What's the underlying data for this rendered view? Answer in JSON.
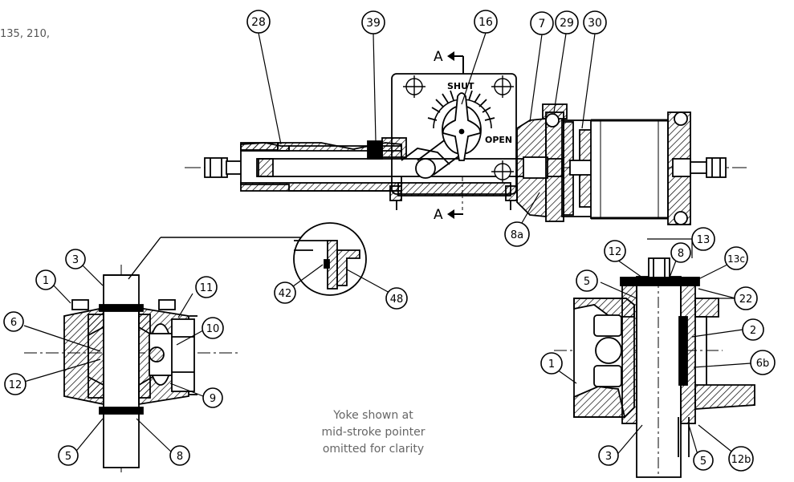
{
  "clipped_note": "135, 210,",
  "caption": {
    "line1": "Yoke shown at",
    "line2": "mid-stroke pointer",
    "line3": "omitted for clarity"
  },
  "indicator": {
    "shut_label": "SHUT",
    "open_label": "OPEN"
  },
  "section_markers": {
    "top": "A",
    "bottom": "A"
  },
  "balloons": {
    "b28": "28",
    "b39": "39",
    "b16": "16",
    "b7": "7",
    "b29": "29",
    "b30": "30",
    "b8a": "8a",
    "b13": "13",
    "b12r": "12",
    "b8r": "8",
    "b13c": "13c",
    "b5r": "5",
    "b22": "22",
    "b2": "2",
    "b1r": "1",
    "b6b": "6b",
    "b3r": "3",
    "b5r2": "5",
    "b12b": "12b",
    "b3l": "3",
    "b1l": "1",
    "b11": "11",
    "b6": "6",
    "b10": "10",
    "b12l": "12",
    "b9": "9",
    "b5l": "5",
    "b8l": "8",
    "b42": "42",
    "b48": "48"
  }
}
